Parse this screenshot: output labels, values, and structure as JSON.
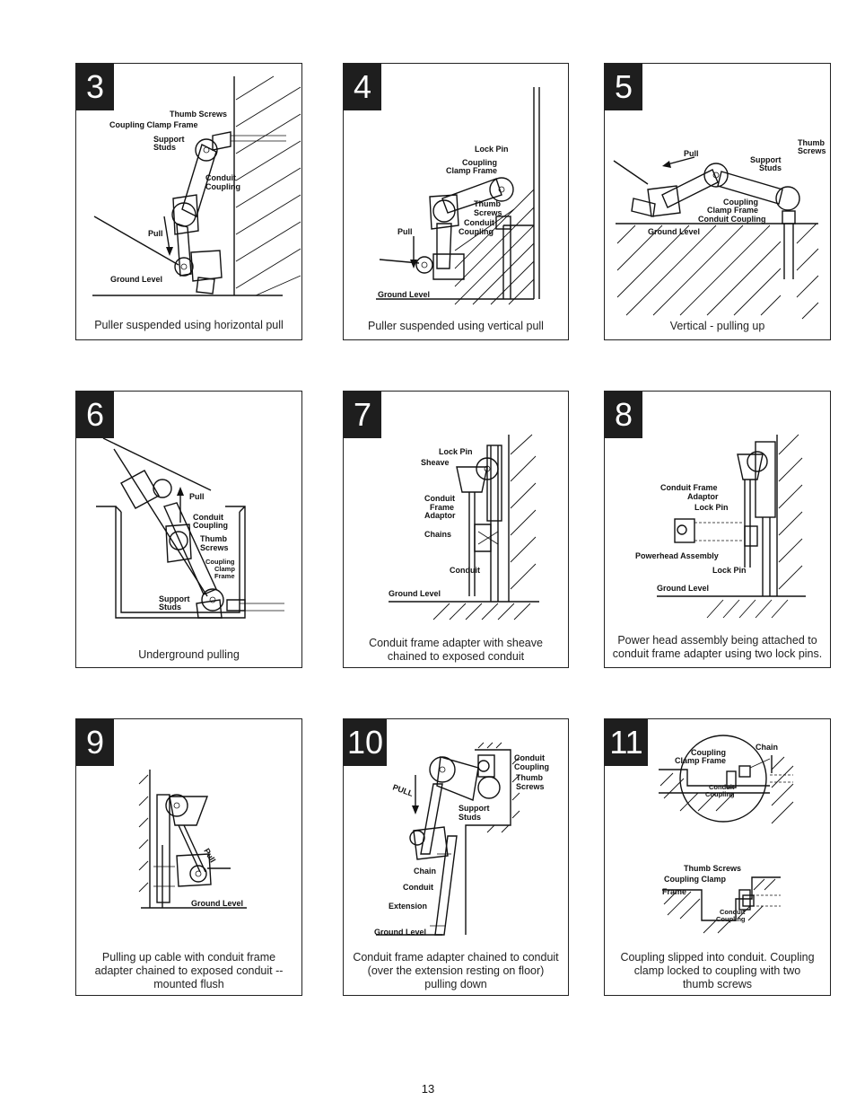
{
  "panels": [
    {
      "number": "3",
      "caption": "Puller suspended using horizontal pull",
      "labels": [
        "Thumb Screws",
        "Coupling Clamp Frame",
        "Support",
        "Studs",
        "Conduit",
        "Coupling",
        "Pull",
        "Ground Level"
      ]
    },
    {
      "number": "4",
      "caption": "Puller suspended using vertical pull",
      "labels": [
        "Lock Pin",
        "Coupling",
        "Clamp Frame",
        "Thumb",
        "Screws",
        "Conduit",
        "Coupling",
        "Pull",
        "Ground Level"
      ]
    },
    {
      "number": "5",
      "caption": "Vertical - pulling up",
      "labels": [
        "Pull",
        "Support",
        "Studs",
        "Thumb",
        "Screws",
        "Coupling",
        "Clamp Frame",
        "Conduit Coupling",
        "Ground Level"
      ]
    },
    {
      "number": "6",
      "caption": "Underground pulling",
      "labels": [
        "Pull",
        "Conduit",
        "Coupling",
        "Thumb",
        "Screws",
        "Coupling",
        "Clamp",
        "Frame",
        "Support",
        "Studs"
      ]
    },
    {
      "number": "7",
      "caption_lines": [
        "Conduit frame adapter with sheave",
        "chained to exposed conduit"
      ],
      "labels": [
        "Lock Pin",
        "Sheave",
        "Conduit",
        "Frame",
        "Adaptor",
        "Chains",
        "Conduit",
        "Ground Level"
      ]
    },
    {
      "number": "8",
      "caption_lines": [
        "Power head assembly being attached to",
        "conduit frame adapter using two lock pins."
      ],
      "labels": [
        "Conduit Frame",
        "Adaptor",
        "Lock Pin",
        "Powerhead Assembly",
        "Lock Pin",
        "Ground Level"
      ]
    },
    {
      "number": "9",
      "caption_lines": [
        "Pulling up cable with conduit frame",
        "adapter chained to exposed conduit --",
        "mounted flush"
      ],
      "labels": [
        "Pull",
        "Ground Level"
      ]
    },
    {
      "number": "10",
      "caption_lines": [
        "Conduit frame adapter chained to conduit",
        "(over the extension resting on floor)",
        "pulling down"
      ],
      "labels": [
        "Conduit",
        "Coupling",
        "Thumb",
        "Screws",
        "PULL",
        "Support",
        "Studs",
        "Chain",
        "Conduit",
        "Extension",
        "Ground Level"
      ]
    },
    {
      "number": "11",
      "caption_lines": [
        "Coupling slipped into conduit.  Coupling",
        "clamp locked to coupling with two",
        "thumb screws"
      ],
      "labels": [
        "Coupling",
        "Clamp Frame",
        "Chain",
        "Conduit",
        "Coupling",
        "Thumb Screws",
        "Coupling Clamp",
        "Frame",
        "Conduit",
        "Coupling"
      ]
    }
  ],
  "page_number": "13"
}
